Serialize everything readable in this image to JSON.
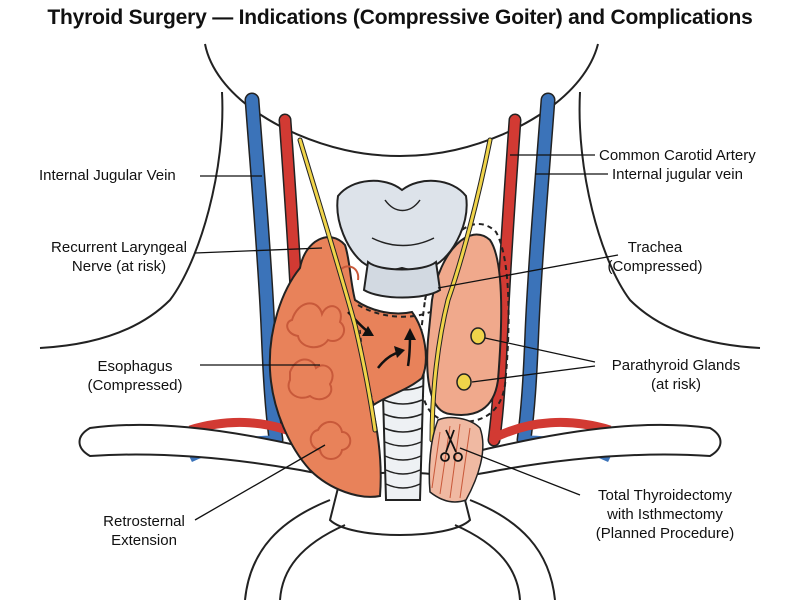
{
  "title": "Thyroid Surgery — Indications (Compressive Goiter) and Complications",
  "labels": {
    "internal_jugular_left": "Internal Jugular Vein",
    "rln": [
      "Recurrent Laryngeal",
      "Nerve (at risk)"
    ],
    "esophagus": [
      "Esophagus",
      "(Compressed)"
    ],
    "retrosternal": [
      "Retrosternal",
      "Extension"
    ],
    "carotid": "Common Carotid Artery",
    "internal_jugular_right": "Internal jugular vein",
    "trachea": [
      "Trachea",
      "(Compressed)"
    ],
    "parathyroid": [
      "Parathyroid Glands",
      "(at risk)"
    ],
    "procedure": [
      "Total Thyroidectomy",
      "with Isthmectomy",
      "(Planned Procedure)"
    ]
  },
  "colors": {
    "artery": "#d23a33",
    "vein": "#3b73b9",
    "nerve": "#f0d44a",
    "goiter": "#e8825a",
    "goiter_dark": "#c8593a",
    "thyroid_right": "#f0a98c",
    "cartilage": "#dde3ea"
  }
}
